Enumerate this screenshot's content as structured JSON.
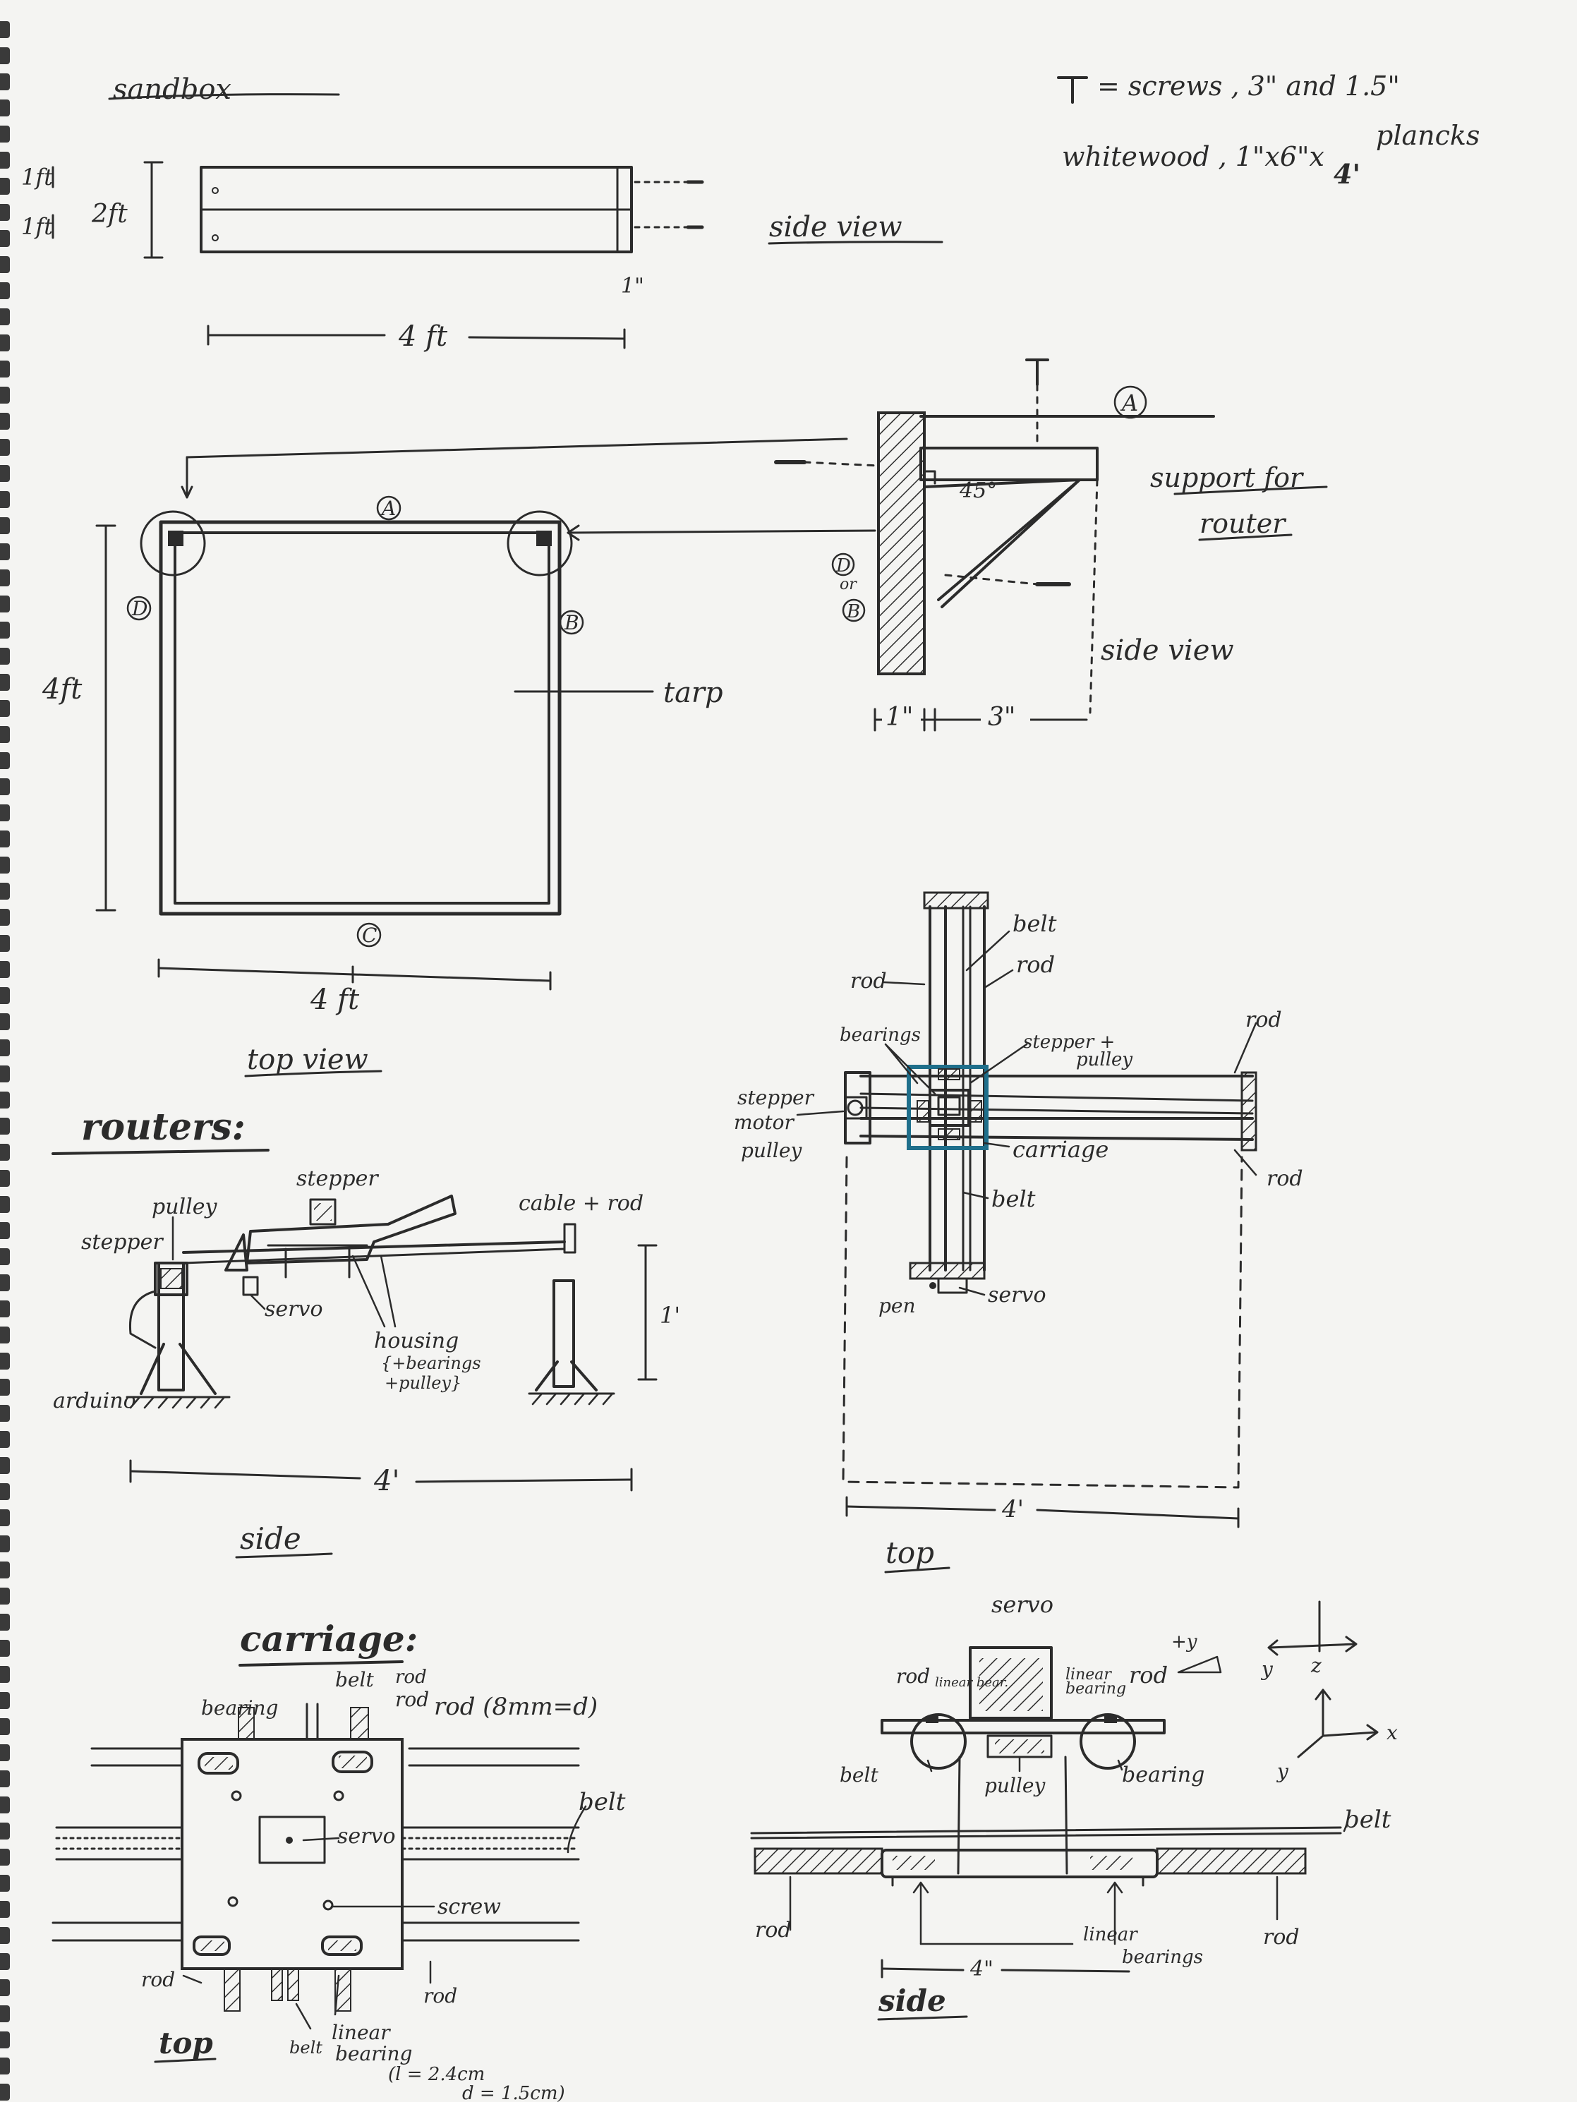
{
  "sandbox": {
    "title": "sandbox",
    "legend_screws": "= screws , 3\" and 1.5\"",
    "legend_wood": "whitewood , 1\"x6\"x",
    "legend_length": "4'",
    "legend_planks": "plancks",
    "dim_1ft_a": "1ft",
    "dim_1ft_b": "1ft",
    "dim_2ft": "2ft",
    "dim_4ft_side": "4 ft",
    "dim_1in": "1\"",
    "side_view": "side view",
    "top_view": "top view",
    "dim_4ft_left": "4ft",
    "dim_4ft_bottom": "4 ft",
    "label_a": "A",
    "label_b": "B",
    "label_c": "C",
    "label_d": "D",
    "tarp": "tarp"
  },
  "support": {
    "label_a": "A",
    "label_d": "D",
    "or": "or",
    "label_b": "B",
    "angle": "45°",
    "title_line1": "support for",
    "title_line2": "router",
    "side_view": "side view",
    "dim_1in": "1\"",
    "dim_3in": "3\""
  },
  "routers": {
    "title": "routers:",
    "stepper_top": "stepper",
    "pulley": "pulley",
    "stepper_left": "stepper",
    "servo": "servo",
    "cable_rod": "cable + rod",
    "housing_1": "housing",
    "housing_2": "{+bearings",
    "housing_3": "+pulley}",
    "arduino": "arduino",
    "dim_1ft": "1'",
    "dim_4ft": "4'",
    "side": "side"
  },
  "top_plan": {
    "belt_upper": "belt",
    "rod_right_upper": "rod",
    "rod_left_upper": "rod",
    "bearings": "bearings",
    "stepper_pulley_1": "stepper +",
    "stepper_pulley_2": "pulley",
    "rod_far_right": "rod",
    "stepper_motor_1": "stepper",
    "stepper_motor_2": "motor",
    "stepper_motor_3": "pulley",
    "carriage": "carriage",
    "rod_right_lower": "rod",
    "belt_lower": "belt",
    "pen": "pen",
    "servo": "servo",
    "dim_4ft": "4'",
    "top": "top"
  },
  "carriage": {
    "title": "carriage:",
    "bearing": "bearing",
    "belt_top": "belt",
    "rod_top_1": "rod",
    "rod_top_2": "rod",
    "rod_spec": "rod (8mm=d)",
    "belt_right": "belt",
    "servo": "servo",
    "screw": "screw",
    "rod_bottom_left": "rod",
    "rod_bottom_right": "rod",
    "top": "top",
    "belt_bottom": "belt",
    "linear_bearing_1": "linear",
    "linear_bearing_2": "bearing",
    "spec_l": "(l = 2.4cm",
    "spec_d": "d = 1.5cm)"
  },
  "side_detail": {
    "servo": "servo",
    "rod_left": "rod",
    "linear_bear_left": "linear bear.",
    "linear_bearing_right_1": "linear",
    "linear_bearing_right_2": "bearing",
    "rod_right": "rod",
    "plus_y": "+y",
    "belt_left": "belt",
    "pulley": "pulley",
    "bearing_right": "bearing",
    "belt_long": "belt",
    "rod_bottom_left": "rod",
    "rod_bottom_right": "rod",
    "linear_bearings_1": "linear",
    "linear_bearings_2": "bearings",
    "dim_4in": "4\"",
    "side": "side"
  },
  "axes": {
    "y_upper": "y",
    "z": "z",
    "x": "x",
    "y_lower": "y"
  }
}
